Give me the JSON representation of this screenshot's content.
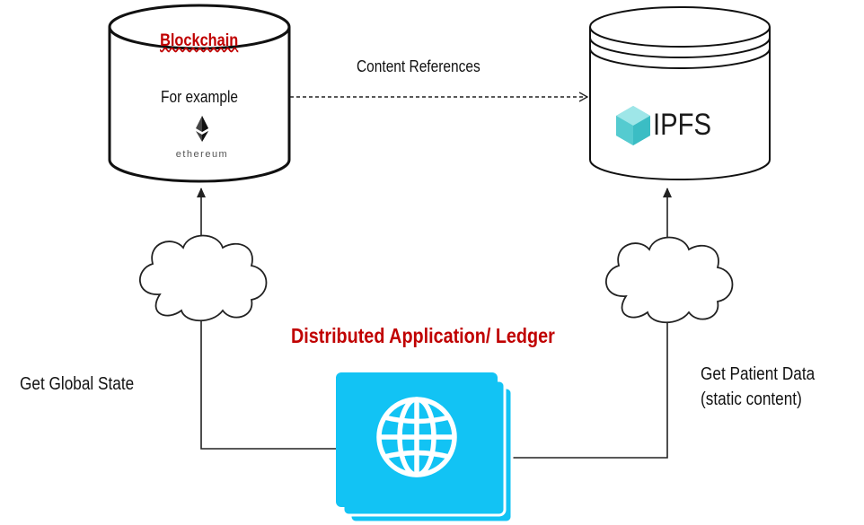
{
  "blockchain": {
    "title": "Blockchain",
    "example_text": "For example",
    "logo_word": "ethereum"
  },
  "ipfs": {
    "logo_text": "IPFS"
  },
  "edge_label": "Content References",
  "center_title": "Distributed Application/ Ledger",
  "left_label": "Get Global State",
  "right_label_line1": "Get Patient Data",
  "right_label_line2": "(static content)",
  "colors": {
    "accent_red": "#c00000",
    "app_blue": "#12c3f4",
    "ipfs_teal_light": "#7fdde0",
    "ipfs_teal_dark": "#3cbfc8",
    "line": "#222222"
  },
  "icons": [
    "ethereum-icon",
    "ipfs-cube-icon",
    "globe-icon",
    "cloud-icon",
    "arrow-icon"
  ]
}
